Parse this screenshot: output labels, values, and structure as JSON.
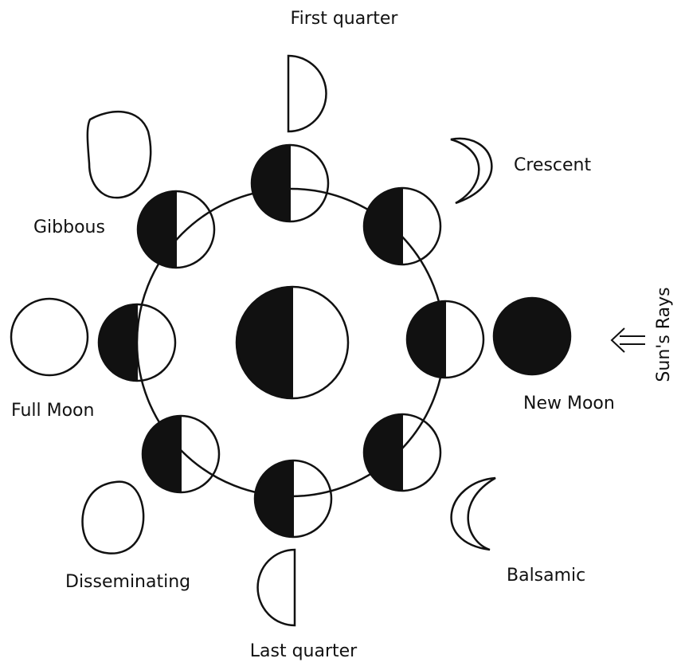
{
  "labels": {
    "first_quarter": "First quarter",
    "crescent": "Crescent",
    "gibbous": "Gibbous",
    "full_moon": "Full Moon",
    "new_moon": "New Moon",
    "suns_rays": "Sun's Rays",
    "disseminating": "Disseminating",
    "balsamic": "Balsamic",
    "last_quarter": "Last quarter"
  },
  "colors": {
    "ink": "#111111",
    "paper": "#ffffff"
  }
}
